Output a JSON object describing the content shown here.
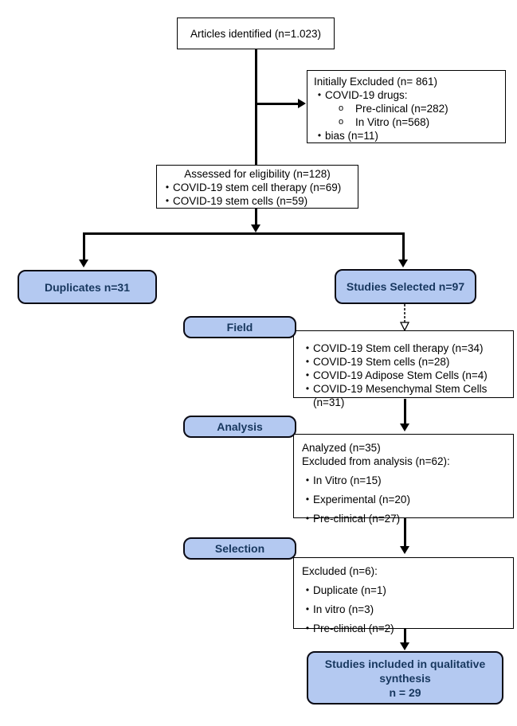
{
  "glyphs": {
    "bullet_level1": "•",
    "bullet_level2": "o"
  },
  "colors": {
    "blue_fill": "#B4C9F1",
    "navy_text": "#17375E",
    "line_black": "#000000",
    "box_background": "#FFFFFF"
  },
  "flow": {
    "articles": {
      "label": "Articles identified (n=1.023)"
    },
    "initially_excluded": {
      "title": "Initially Excluded (n= 861)",
      "items": [
        "COVID-19 drugs:",
        "bias (n=11)"
      ],
      "sub_items": [
        "Pre-clinical (n=282)",
        "In Vitro (n=568)"
      ]
    },
    "assessed": {
      "title": "Assessed for eligibility (n=128)",
      "items": [
        "COVID-19 stem cell therapy (n=69)",
        "COVID-19 stem cells (n=59)"
      ]
    },
    "duplicates": {
      "label": "Duplicates n=31"
    },
    "studies_selected": {
      "label": "Studies Selected n=97"
    },
    "field": {
      "label": "Field",
      "items": [
        "COVID-19 Stem cell therapy (n=34)",
        "COVID-19 Stem cells (n=28)",
        "COVID-19 Adipose Stem Cells (n=4)",
        "COVID-19 Mesenchymal Stem Cells (n=31)"
      ]
    },
    "analysis": {
      "label": "Analysis",
      "lines": [
        "Analyzed (n=35)",
        "Excluded from analysis (n=62):"
      ],
      "items": [
        "In Vitro (n=15)",
        "Experimental (n=20)",
        "Pre-clinical (n=27)"
      ]
    },
    "selection": {
      "label": "Selection",
      "title": "Excluded (n=6):",
      "items": [
        "Duplicate (n=1)",
        "In vitro (n=3)",
        "Pre-clinical (n=2)"
      ]
    },
    "included": {
      "line1": "Studies included in qualitative synthesis",
      "line2": "n = 29"
    }
  }
}
